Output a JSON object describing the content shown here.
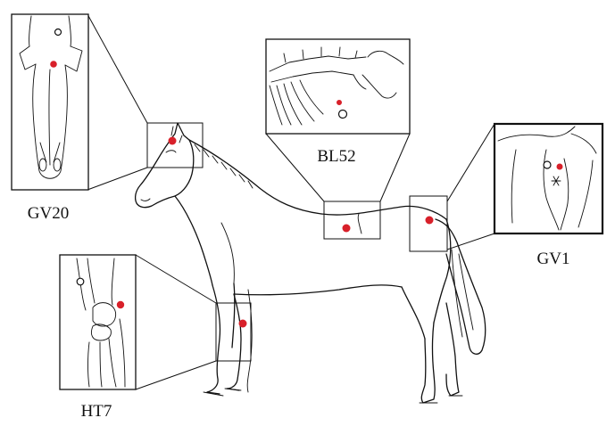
{
  "colors": {
    "acupoint": "#d8202a",
    "ink": "#111111",
    "background": "#ffffff"
  },
  "points": [
    {
      "id": "gv20",
      "label": "GV20"
    },
    {
      "id": "bl52",
      "label": "BL52"
    },
    {
      "id": "gv1",
      "label": "GV1"
    },
    {
      "id": "ht7",
      "label": "HT7"
    }
  ]
}
